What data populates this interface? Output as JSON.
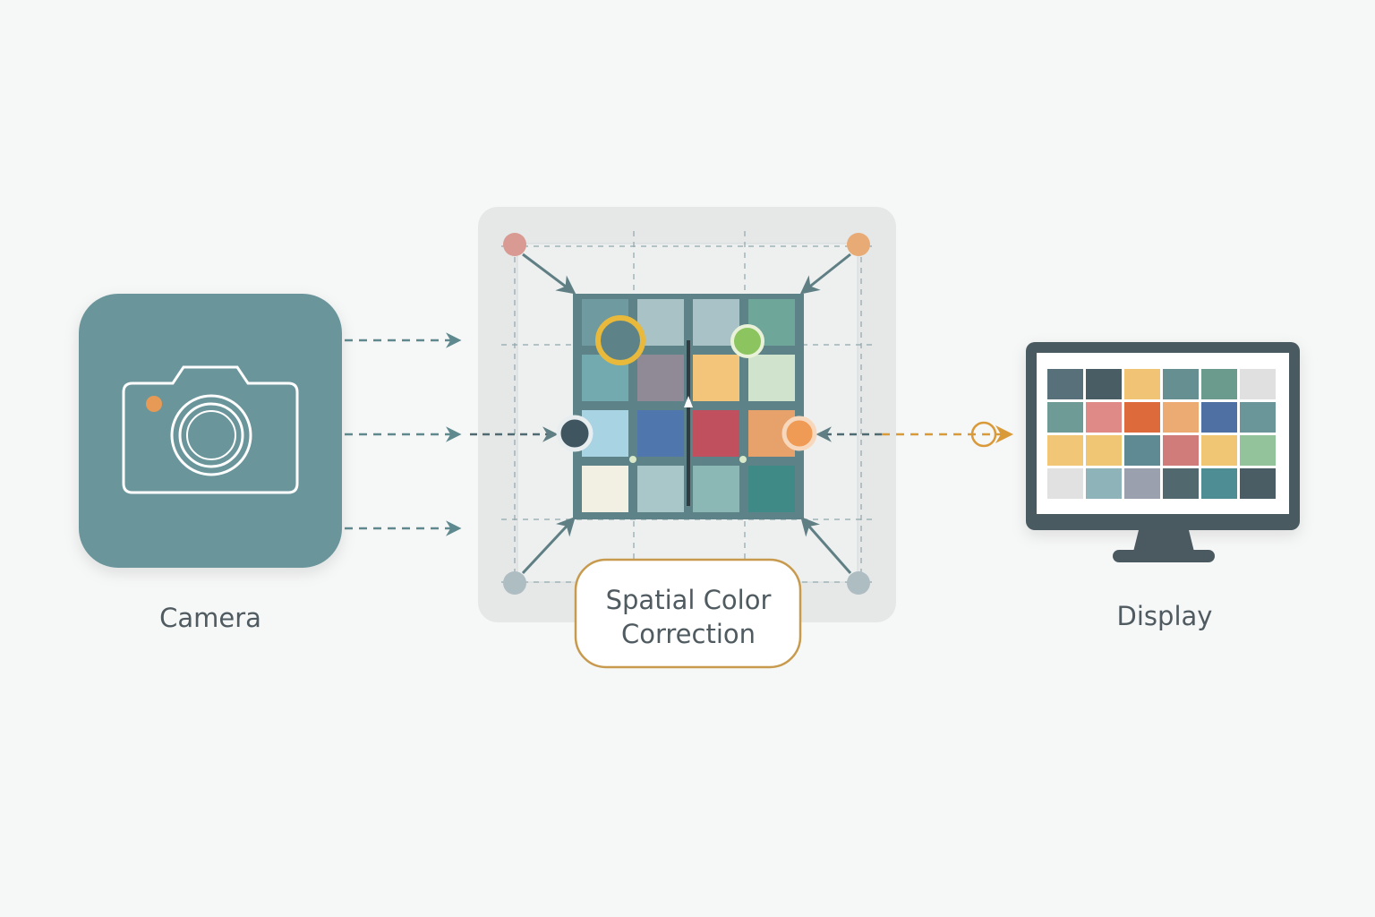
{
  "labels": {
    "camera": "Camera",
    "process_line1": "Spatial Color",
    "process_line2": "Correction",
    "display": "Display"
  },
  "icons": {
    "source": "camera-icon",
    "process": "color-checker-grid-icon",
    "output": "monitor-icon"
  },
  "colors": {
    "teal": "#6b969b",
    "panel": "#e6e8e8",
    "dark": "#4a5a60",
    "accent_orange": "#d99a3a",
    "box_border": "#c79a4e"
  },
  "checker_colors": [
    [
      "#6e9aa0",
      "#a8c2c6",
      "#a9c2c7",
      "#6ea69a"
    ],
    [
      "#72aab0",
      "#8f8a96",
      "#f2c57a",
      "#cfe3cd"
    ],
    [
      "#a7d3e3",
      "#4f77ae",
      "#c0505e",
      "#e6a26a"
    ],
    [
      "#f2efe3",
      "#a9c6c8",
      "#8bb7b4",
      "#3f8a86"
    ]
  ],
  "display_colors": [
    [
      "#57707a",
      "#495d64",
      "#f0c474",
      "#658f91",
      "#6b9b8d",
      "#e0e0e0"
    ],
    [
      "#6f9b97",
      "#df8a86",
      "#dd6a3a",
      "#ecab72",
      "#4f70a3",
      "#6a969a"
    ],
    [
      "#f1c676",
      "#f0c674",
      "#5f8a94",
      "#d07c7b",
      "#f0c574",
      "#93c39b"
    ],
    [
      "#e1e1e1",
      "#8eb4ba",
      "#9aa0ae",
      "#52686f",
      "#4d8d93",
      "#4b5d64"
    ]
  ]
}
